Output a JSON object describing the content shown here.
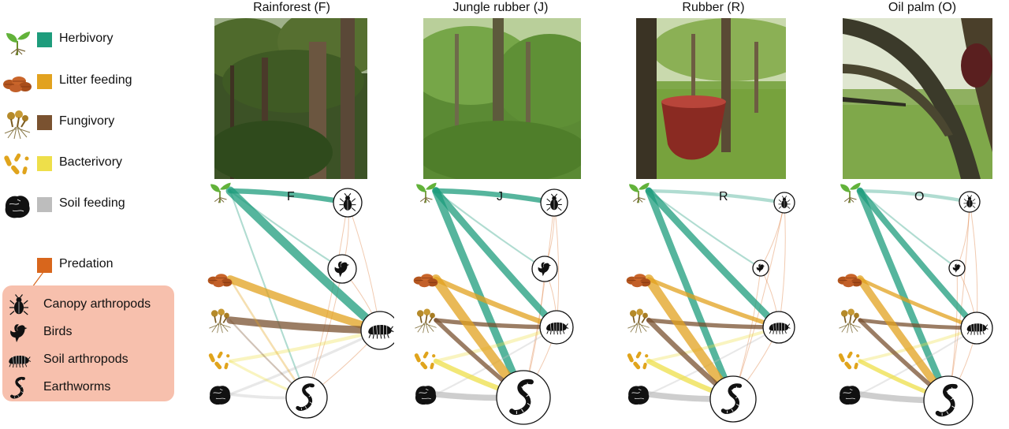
{
  "legend": {
    "items": [
      {
        "label": "Herbivory",
        "color": "#1e9c7c",
        "icon": "seedling-icon"
      },
      {
        "label": "Litter feeding",
        "color": "#e2a21f",
        "icon": "leaf-litter-icon"
      },
      {
        "label": "Fungivory",
        "color": "#7a5230",
        "icon": "fungi-roots-icon"
      },
      {
        "label": "Bacterivory",
        "color": "#eedf4a",
        "icon": "bacteria-icon"
      },
      {
        "label": "Soil feeding",
        "color": "#bdbdbd",
        "icon": "soil-clod-icon"
      }
    ],
    "predation": {
      "label": "Predation",
      "color": "#d8661c"
    },
    "predators": [
      {
        "label": "Canopy arthropods",
        "icon": "beetle-icon"
      },
      {
        "label": "Birds",
        "icon": "bird-icon"
      },
      {
        "label": "Soil arthropods",
        "icon": "isopod-icon"
      },
      {
        "label": "Earthworms",
        "icon": "earthworm-icon"
      }
    ]
  },
  "panels": [
    {
      "title": "Rainforest (F)",
      "letter": "F",
      "photo": "rainforest-photo",
      "node_level": {
        "canopy": 1.0,
        "birds": 1.0,
        "soil": 1.0,
        "worms": 0.75
      },
      "flows": {
        "herb_canopy": 0.5,
        "herb_soil": 0.9,
        "herb_birds": 0.1,
        "herb_worms": 0.1,
        "litter_soil": 0.8,
        "fungi_soil": 0.75,
        "bact_soil": 0.3,
        "soilfeed_soil": 0.2,
        "litter_worms": 0.15,
        "fungi_worms": 0.1,
        "bact_worms": 0.2,
        "soilfeed_worms": 0.25
      }
    },
    {
      "title": "Jungle rubber (J)",
      "letter": "J",
      "photo": "jungle-rubber-photo",
      "node_level": {
        "canopy": 0.95,
        "birds": 0.9,
        "soil": 0.9,
        "worms": 1.0
      },
      "flows": {
        "herb_canopy": 0.5,
        "herb_soil": 0.7,
        "herb_birds": 0.1,
        "herb_worms": 0.8,
        "litter_soil": 0.5,
        "fungi_soil": 0.4,
        "bact_soil": 0.3,
        "soilfeed_soil": 0.1,
        "litter_worms": 1.0,
        "fungi_worms": 0.4,
        "bact_worms": 0.5,
        "soilfeed_worms": 0.6
      }
    },
    {
      "title": "Rubber (R)",
      "letter": "R",
      "photo": "rubber-photo",
      "node_level": {
        "canopy": 0.7,
        "birds": 0.55,
        "soil": 0.9,
        "worms": 0.85
      },
      "flows": {
        "herb_canopy": 0.3,
        "herb_soil": 0.7,
        "herb_birds": 0.1,
        "herb_worms": 0.7,
        "litter_soil": 0.4,
        "fungi_soil": 0.4,
        "bact_soil": 0.25,
        "soilfeed_soil": 0.1,
        "litter_worms": 1.0,
        "fungi_worms": 0.5,
        "bact_worms": 0.5,
        "soilfeed_worms": 0.6
      }
    },
    {
      "title": "Oil palm (O)",
      "letter": "O",
      "photo": "oil-palm-photo",
      "node_level": {
        "canopy": 0.7,
        "birds": 0.5,
        "soil": 0.85,
        "worms": 0.9
      },
      "flows": {
        "herb_canopy": 0.3,
        "herb_soil": 0.6,
        "herb_birds": 0.1,
        "herb_worms": 0.7,
        "litter_soil": 0.35,
        "fungi_soil": 0.35,
        "bact_soil": 0.25,
        "soilfeed_soil": 0.1,
        "litter_worms": 0.8,
        "fungi_worms": 0.4,
        "bact_worms": 0.4,
        "soilfeed_worms": 0.6
      }
    }
  ]
}
